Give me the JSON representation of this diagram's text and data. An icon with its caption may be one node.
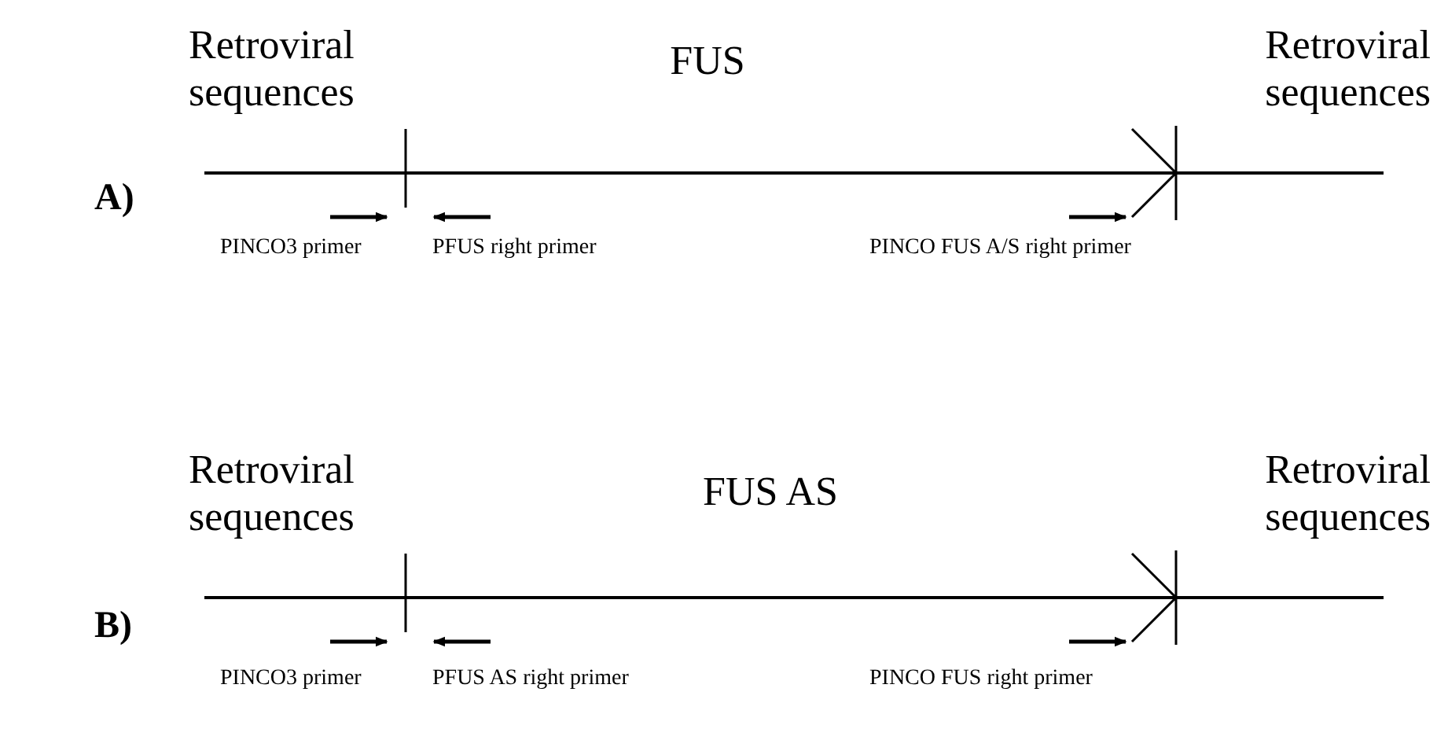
{
  "diagram": {
    "labels": [
      "Retroviral sequences",
      "FUS",
      "Retroviral sequences",
      "A)",
      "PINCO3 primer",
      "PFUS right primer",
      "PINCO FUS A/S right primer",
      "Retroviral sequences",
      "FUS AS",
      "Retroviral sequences",
      "B)",
      "PINCO3 primer",
      "PFUS AS right primer",
      "PINCO FUS right primer"
    ]
  }
}
